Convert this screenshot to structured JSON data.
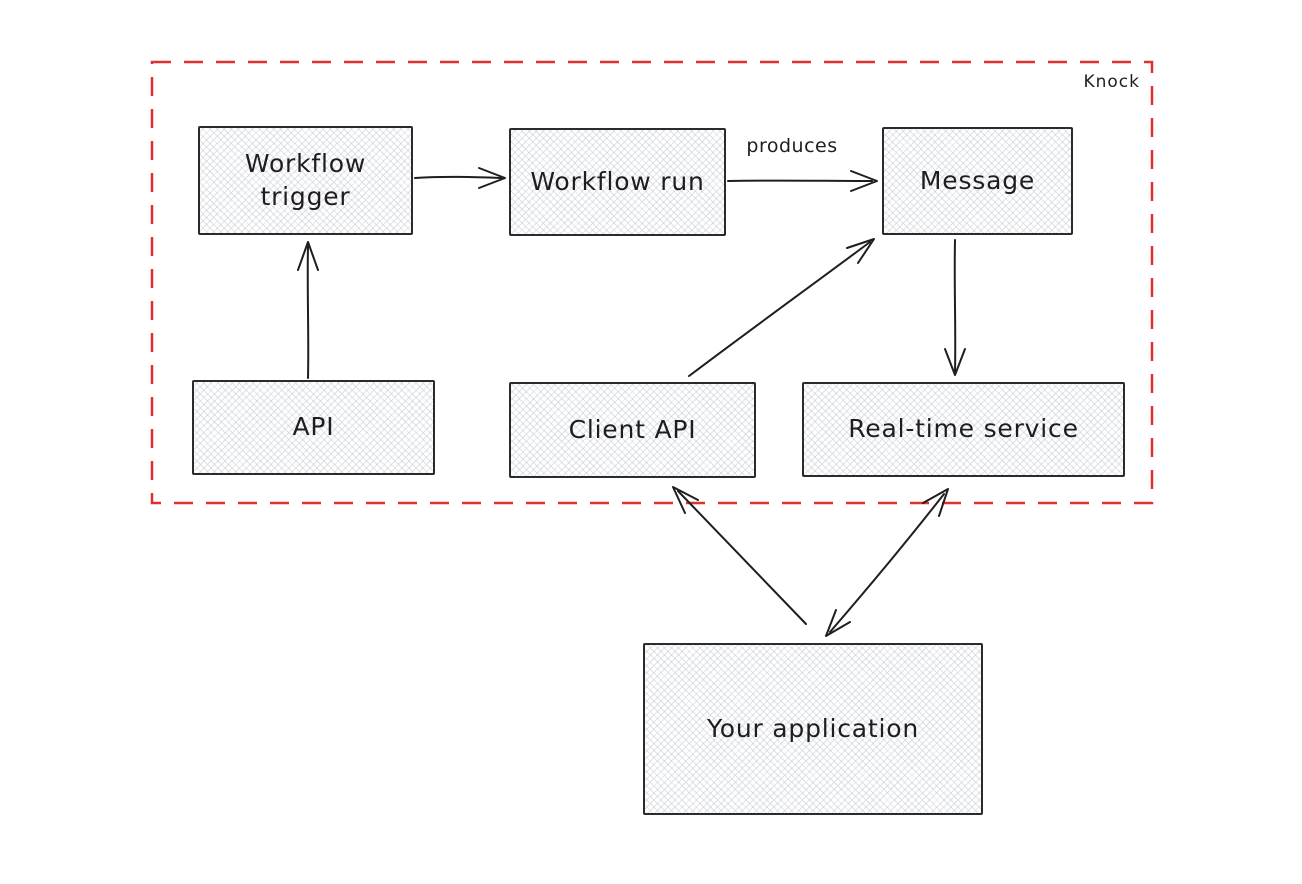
{
  "diagram": {
    "container_label": "Knock",
    "colors": {
      "boundary": "#e03131",
      "stroke": "#1e1e1e",
      "node_hatch": "#b9c1cc"
    },
    "nodes": {
      "workflow_trigger": {
        "label": "Workflow\ntrigger"
      },
      "workflow_run": {
        "label": "Workflow run"
      },
      "message": {
        "label": "Message"
      },
      "api": {
        "label": "API"
      },
      "client_api": {
        "label": "Client API"
      },
      "realtime_service": {
        "label": "Real-time service"
      },
      "your_application": {
        "label": "Your application"
      }
    },
    "edges": [
      {
        "from": "workflow_trigger",
        "to": "workflow_run",
        "label": "",
        "bidirectional": false
      },
      {
        "from": "workflow_run",
        "to": "message",
        "label": "produces",
        "bidirectional": false
      },
      {
        "from": "api",
        "to": "workflow_trigger",
        "label": "",
        "bidirectional": false
      },
      {
        "from": "client_api",
        "to": "message",
        "label": "",
        "bidirectional": false
      },
      {
        "from": "message",
        "to": "realtime_service",
        "label": "",
        "bidirectional": false
      },
      {
        "from": "your_application",
        "to": "client_api",
        "label": "",
        "bidirectional": false
      },
      {
        "from": "your_application",
        "to": "realtime_service",
        "label": "",
        "bidirectional": true
      }
    ]
  }
}
